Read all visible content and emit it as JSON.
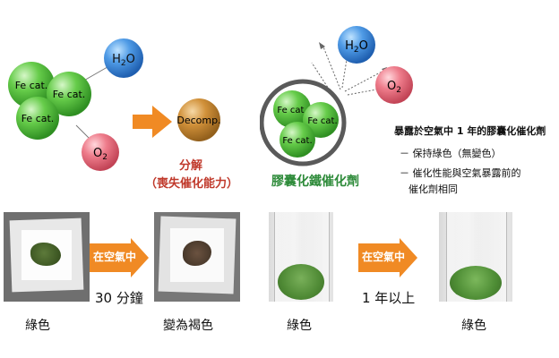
{
  "top_left": {
    "h2o_pre": "H",
    "h2o_sub": "2",
    "h2o_post": "O",
    "o2_pre": "O",
    "o2_sub": "2",
    "fe_cat": "Fe cat.",
    "decomp": "Decomp."
  },
  "decomposition": {
    "line1": "分解",
    "line2": "（喪失催化能力）",
    "color": "#c0392b"
  },
  "top_right": {
    "caption": "膠囊化鐵催化劑",
    "caption_color": "#2e8b3a"
  },
  "notes": {
    "title": "暴露於空氣中 1 年的膠囊化催化劑",
    "items": [
      "－ 保持綠色（無變色）",
      "－ 催化性能與空氣暴露前的",
      "催化劑相同"
    ]
  },
  "bottom": {
    "arrow1_label": "在空氣中",
    "arrow2_label": "在空氣中",
    "time1": "30 分鐘",
    "time2": "1 年以上",
    "captions": [
      "綠色",
      "變為褐色",
      "綠色",
      "綠色"
    ]
  },
  "colors": {
    "water": "#3b7fd6",
    "oxygen": "#e46b7a",
    "fe": "#5dc544",
    "decomp": "#c98a2e",
    "orange_arrow": "#f08a24"
  }
}
